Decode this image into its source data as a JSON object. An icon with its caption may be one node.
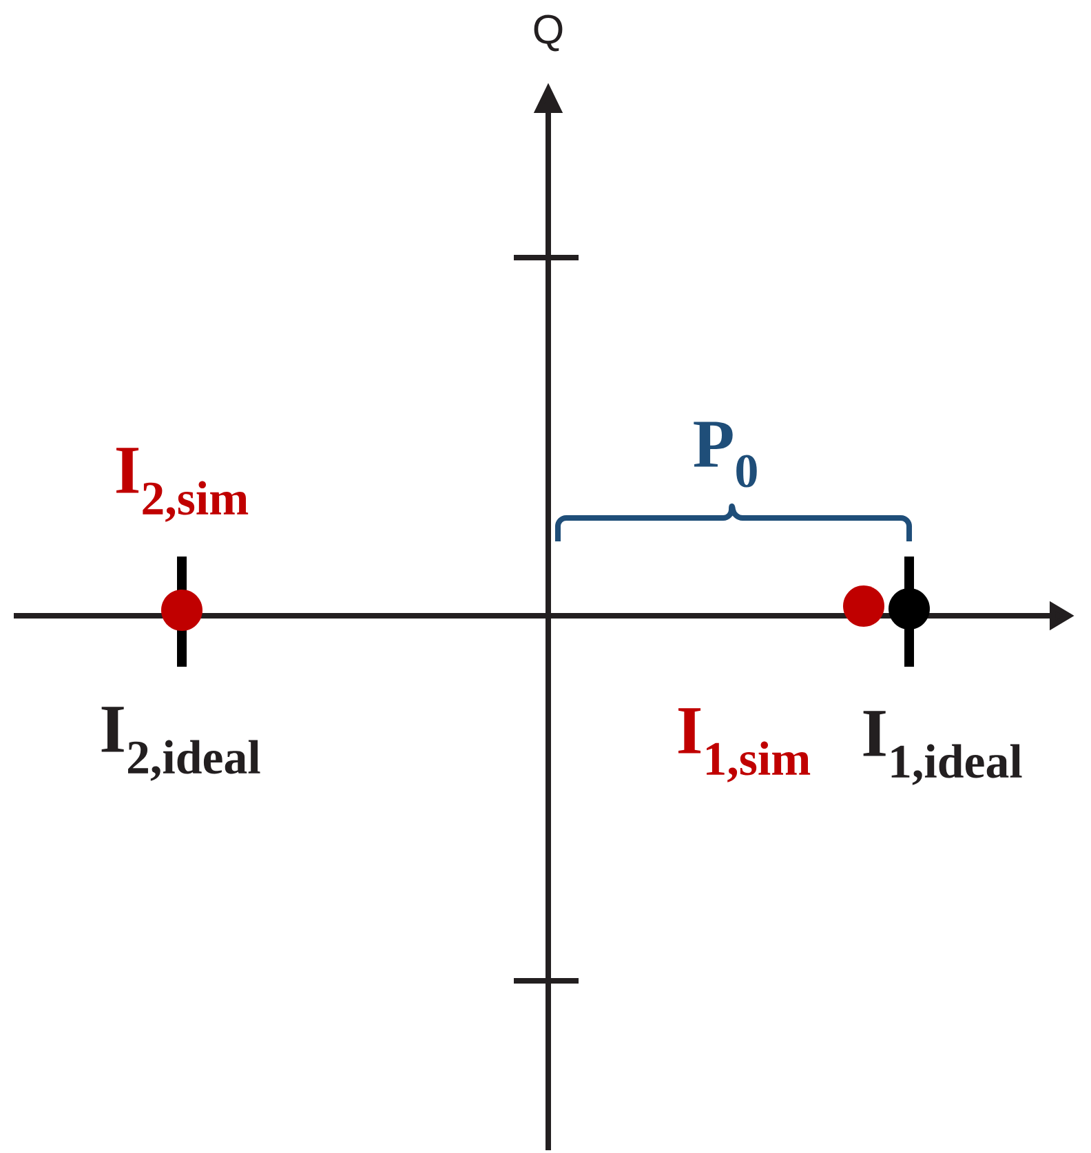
{
  "diagram": {
    "labels": [
      "Q",
      "P$_{0}$",
      "I$_{2,sim}$",
      "I$_{2,ideal}$",
      "I$_{1,sim}$",
      "I$_{1,ideal}$"
    ]
  }
}
